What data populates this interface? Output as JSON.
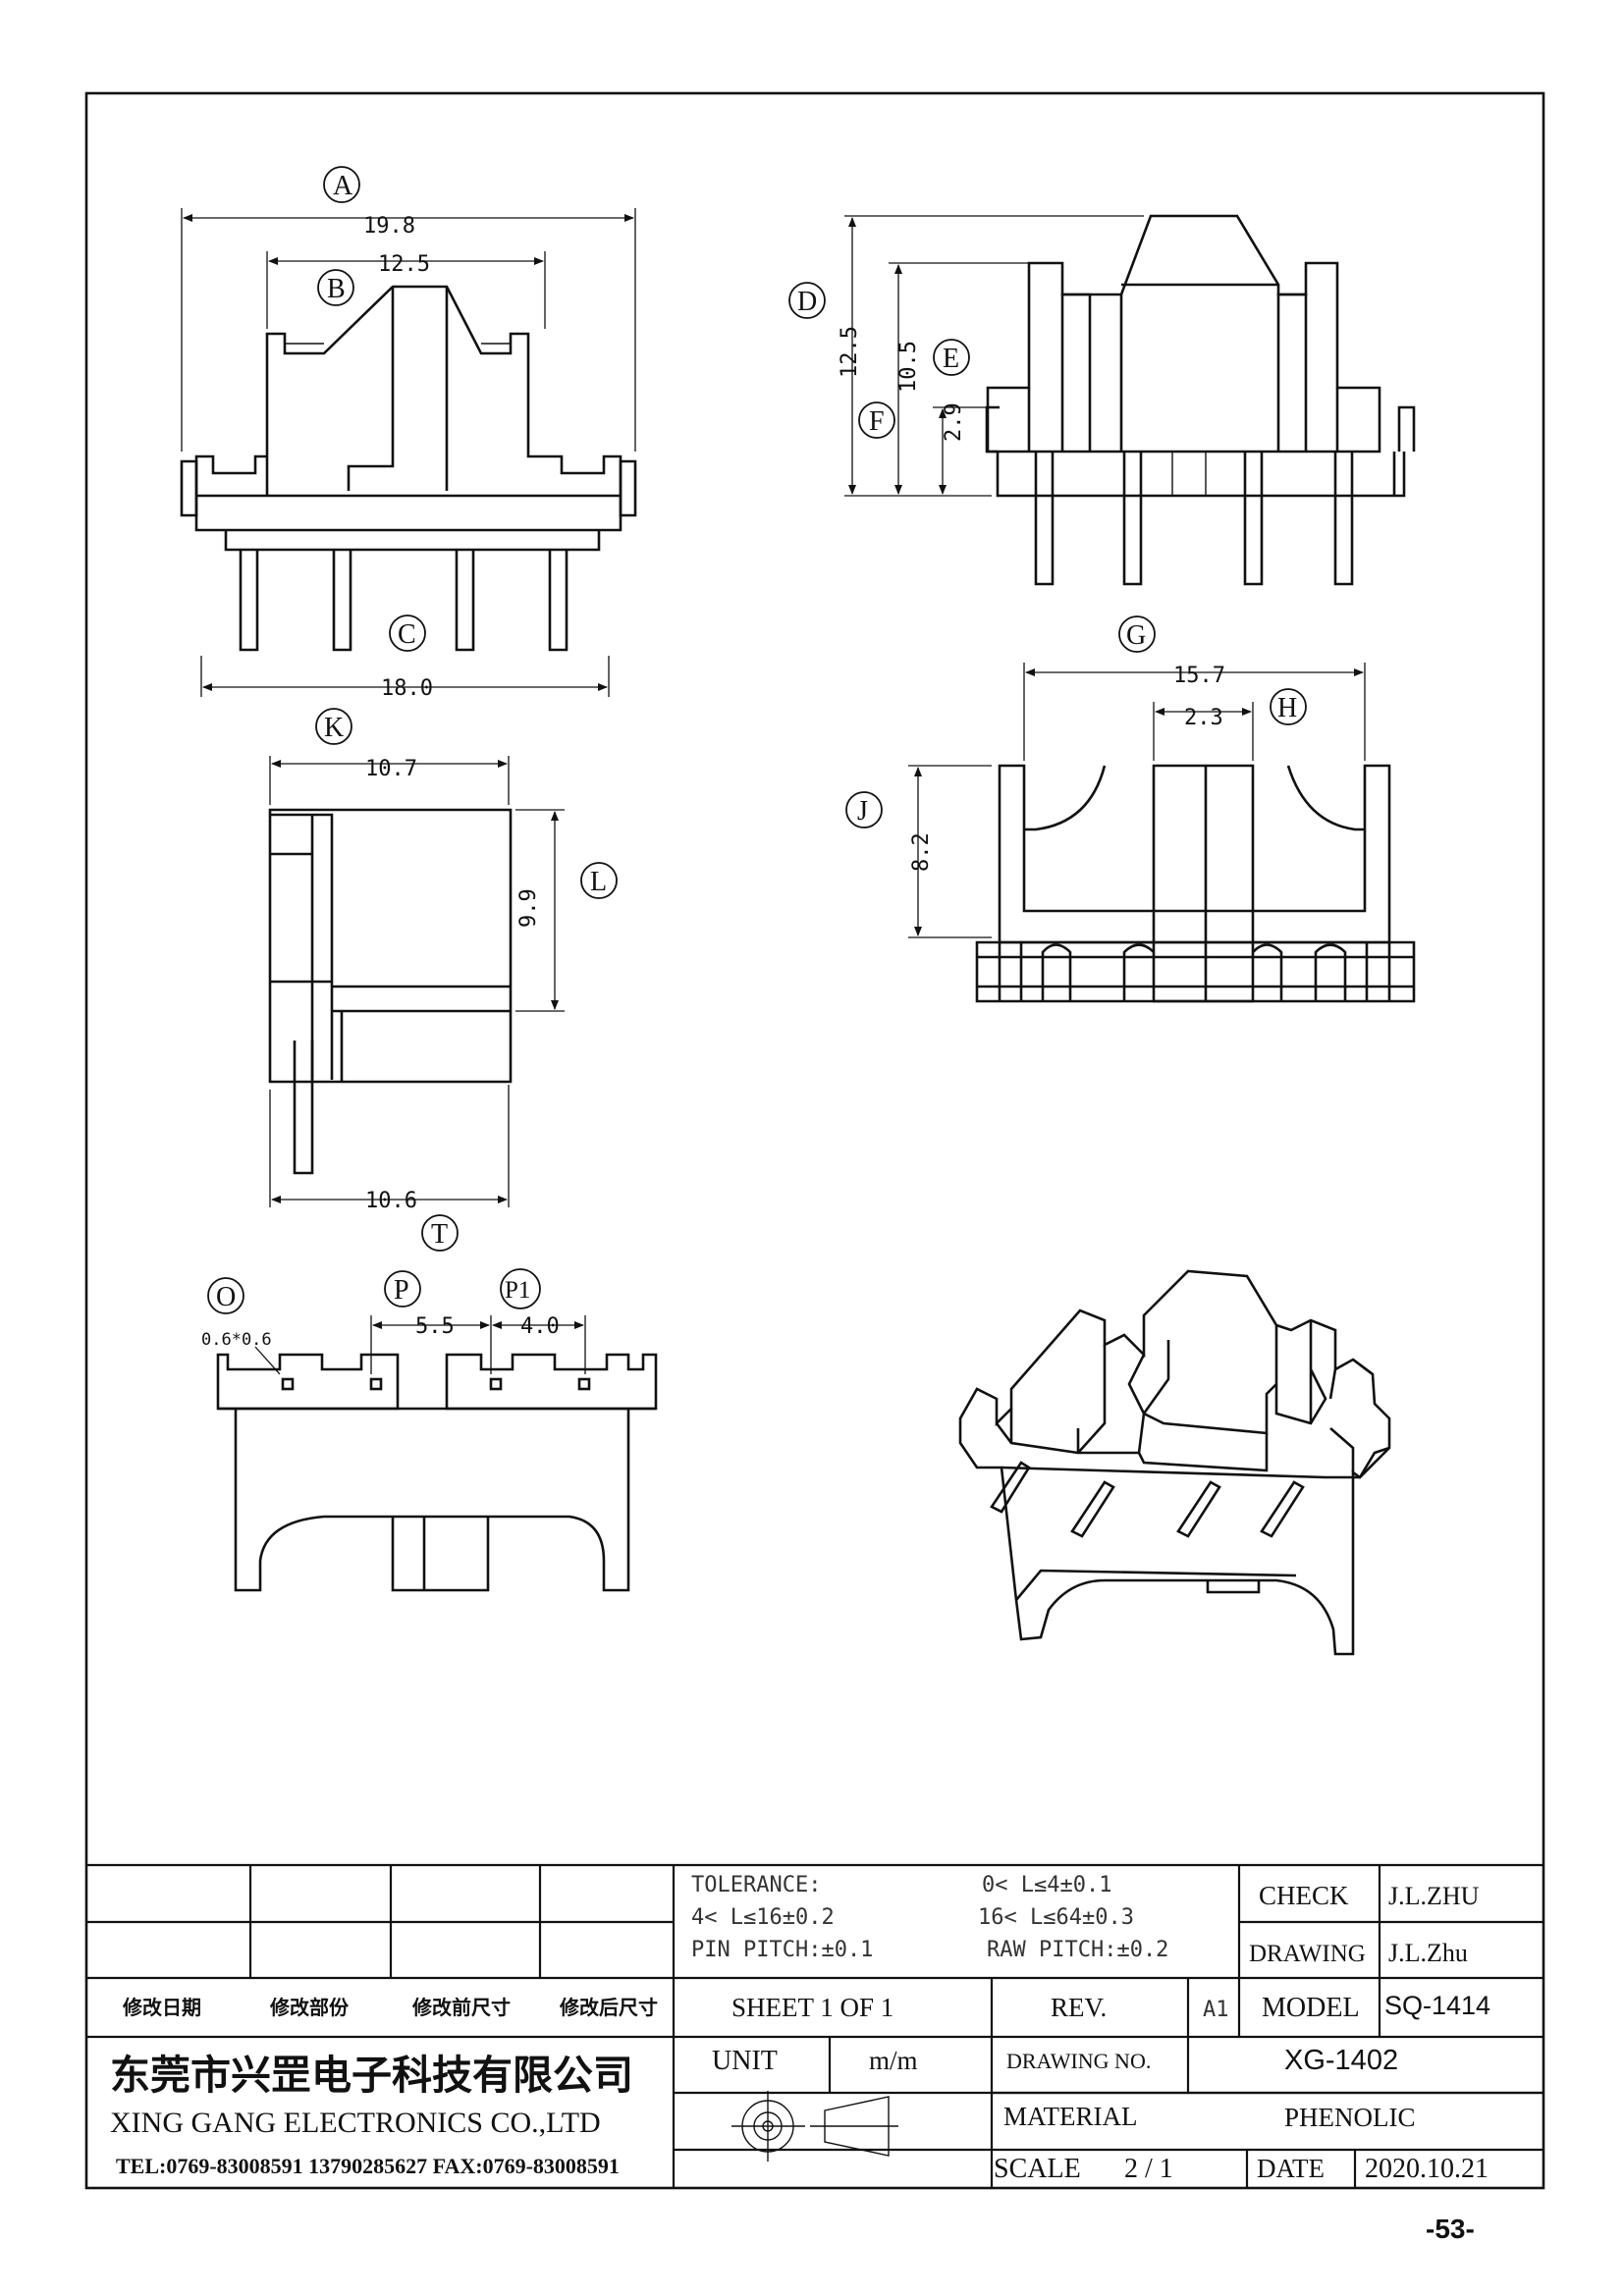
{
  "dimensions": {
    "A": "19.8",
    "B": "12.5",
    "C": "18.0",
    "D": "12.5",
    "F": "10.5",
    "E": "2.9",
    "G": "15.7",
    "H": "2.3",
    "J": "8.2",
    "K": "10.7",
    "L": "9.9",
    "T": "10.6",
    "O": "0.6*0.6",
    "P": "5.5",
    "P1": "4.0"
  },
  "labels": {
    "A": "A",
    "B": "B",
    "C": "C",
    "D": "D",
    "E": "E",
    "F": "F",
    "G": "G",
    "H": "H",
    "J": "J",
    "K": "K",
    "L": "L",
    "T": "T",
    "O": "O",
    "P": "P",
    "P1": "P1"
  },
  "title_block": {
    "tolerance_label": "TOLERANCE:",
    "tol_1": "0< L≤4±0.1",
    "tol_2": "4< L≤16±0.2",
    "tol_3": "16< L≤64±0.3",
    "pin_pitch": "PIN PITCH:±0.1",
    "raw_pitch": "RAW PITCH:±0.2",
    "check_label": "CHECK",
    "check_value": "J.L.ZHU",
    "drawing_label": "DRAWING",
    "drawing_value": "J.L.Zhu",
    "rev_date": "修改日期",
    "rev_part": "修改部份",
    "rev_before": "修改前尺寸",
    "rev_after": "修改后尺寸",
    "sheet": "SHEET 1 OF 1",
    "rev_label": "REV.",
    "rev_value": "A1",
    "model_label": "MODEL",
    "model_value": "SQ-1414",
    "company_cn": "东莞市兴罡电子科技有限公司",
    "company_en": "XING GANG ELECTRONICS CO.,LTD",
    "contact": "TEL:0769-83008591 13790285627  FAX:0769-83008591",
    "unit_label": "UNIT",
    "unit_value": "m/m",
    "drawing_no_label": "DRAWING NO.",
    "drawing_no_value": "XG-1402",
    "material_label": "MATERIAL",
    "material_value": "PHENOLIC",
    "scale_label": "SCALE",
    "scale_value": "2 / 1",
    "date_label": "DATE",
    "date_value": "2020.10.21"
  },
  "page_number": "-53-"
}
